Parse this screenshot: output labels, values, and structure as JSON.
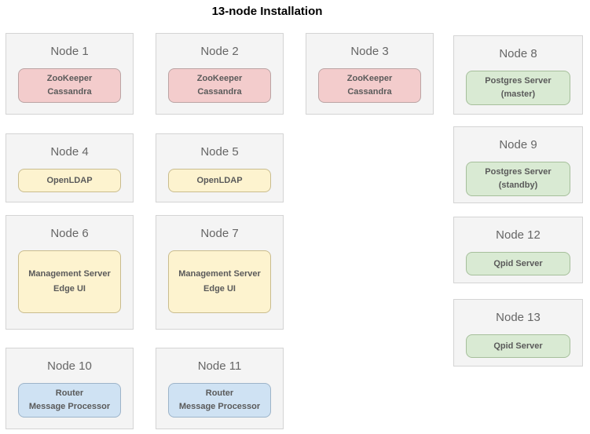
{
  "page": {
    "title": "13-node Installation"
  },
  "palette": {
    "node_background": "#f4f4f4",
    "node_border": "#d4d4d4",
    "node_title_text": "#666666",
    "service_text": "#5a5a5a",
    "zookeeper_cassandra_fill": "#f3cccc",
    "zookeeper_cassandra_border": "#bba4a4",
    "openldap_management_fill": "#fdf3cf",
    "openldap_management_border": "#c9bc8e",
    "postgres_qpid_fill": "#d9ead3",
    "postgres_qpid_border": "#a6bf9b",
    "router_mp_fill": "#cfe2f3",
    "router_mp_border": "#9db4c9"
  },
  "nodes": [
    {
      "id": "node-1",
      "title": "Node 1",
      "color": "red",
      "services": [
        "ZooKeeper",
        "Cassandra"
      ]
    },
    {
      "id": "node-2",
      "title": "Node 2",
      "color": "red",
      "services": [
        "ZooKeeper",
        "Cassandra"
      ]
    },
    {
      "id": "node-3",
      "title": "Node 3",
      "color": "red",
      "services": [
        "ZooKeeper",
        "Cassandra"
      ]
    },
    {
      "id": "node-4",
      "title": "Node 4",
      "color": "yellow",
      "services": [
        "OpenLDAP"
      ]
    },
    {
      "id": "node-5",
      "title": "Node 5",
      "color": "yellow",
      "services": [
        "OpenLDAP"
      ]
    },
    {
      "id": "node-6",
      "title": "Node 6",
      "color": "yellow",
      "services": [
        "Management Server",
        "Edge UI"
      ]
    },
    {
      "id": "node-7",
      "title": "Node 7",
      "color": "yellow",
      "services": [
        "Management Server",
        "Edge UI"
      ]
    },
    {
      "id": "node-8",
      "title": "Node 8",
      "color": "green",
      "services": [
        "Postgres Server",
        "(master)"
      ]
    },
    {
      "id": "node-9",
      "title": "Node 9",
      "color": "green",
      "services": [
        "Postgres Server",
        "(standby)"
      ]
    },
    {
      "id": "node-10",
      "title": "Node 10",
      "color": "blue",
      "services": [
        "Router",
        "Message Processor"
      ]
    },
    {
      "id": "node-11",
      "title": "Node 11",
      "color": "blue",
      "services": [
        "Router",
        "Message Processor"
      ]
    },
    {
      "id": "node-12",
      "title": "Node 12",
      "color": "green",
      "services": [
        "Qpid Server"
      ]
    },
    {
      "id": "node-13",
      "title": "Node 13",
      "color": "green",
      "services": [
        "Qpid Server"
      ]
    }
  ]
}
